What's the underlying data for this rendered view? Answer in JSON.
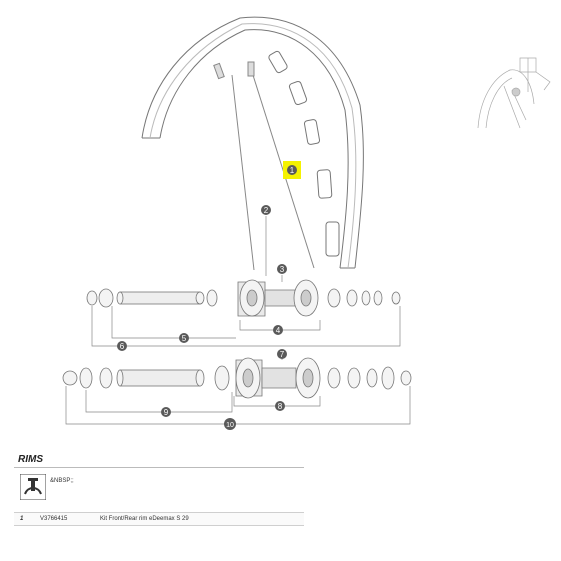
{
  "callouts": [
    "1",
    "2",
    "3",
    "4",
    "5",
    "6",
    "7",
    "8",
    "9",
    "10"
  ],
  "section": {
    "title": "RIMS",
    "tool_text": "&NBSP;;",
    "parts": [
      {
        "number": "1",
        "reference": "V3766415",
        "description": "Kit Front/Rear rim eDeemax S 29"
      }
    ]
  },
  "colors": {
    "highlight": "#f5f200",
    "callout": "#5a5a5a",
    "line": "#777777"
  },
  "icons": [
    "tire-lever-icon"
  ]
}
